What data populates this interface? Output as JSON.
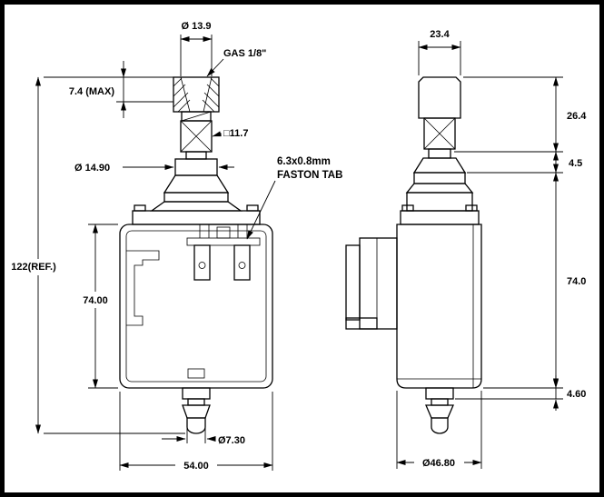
{
  "drawing": {
    "background_color": "#ffffff",
    "line_color": "#000000",
    "labels": {
      "inlet_bore_dia": "Ø 13.9",
      "thread_spec": "GAS 1/8\"",
      "thread_depth_max": "7.4 (MAX)",
      "armature_square": "□11.7",
      "shaft_dia": "Ø 14.90",
      "faston_size": "6.3x0.8mm",
      "faston_label": "FASTON TAB",
      "overall_height_ref": "122(REF.)",
      "front_body_height": "74.00",
      "outlet_tip_dia": "Ø7.30",
      "front_body_width": "54.00",
      "side_neck_width": "23.4",
      "side_upper_height": "26.4",
      "side_flange_step": "4.5",
      "side_body_height": "74.0",
      "side_outlet_step": "4.60",
      "side_body_dia": "Ø46.80"
    }
  }
}
